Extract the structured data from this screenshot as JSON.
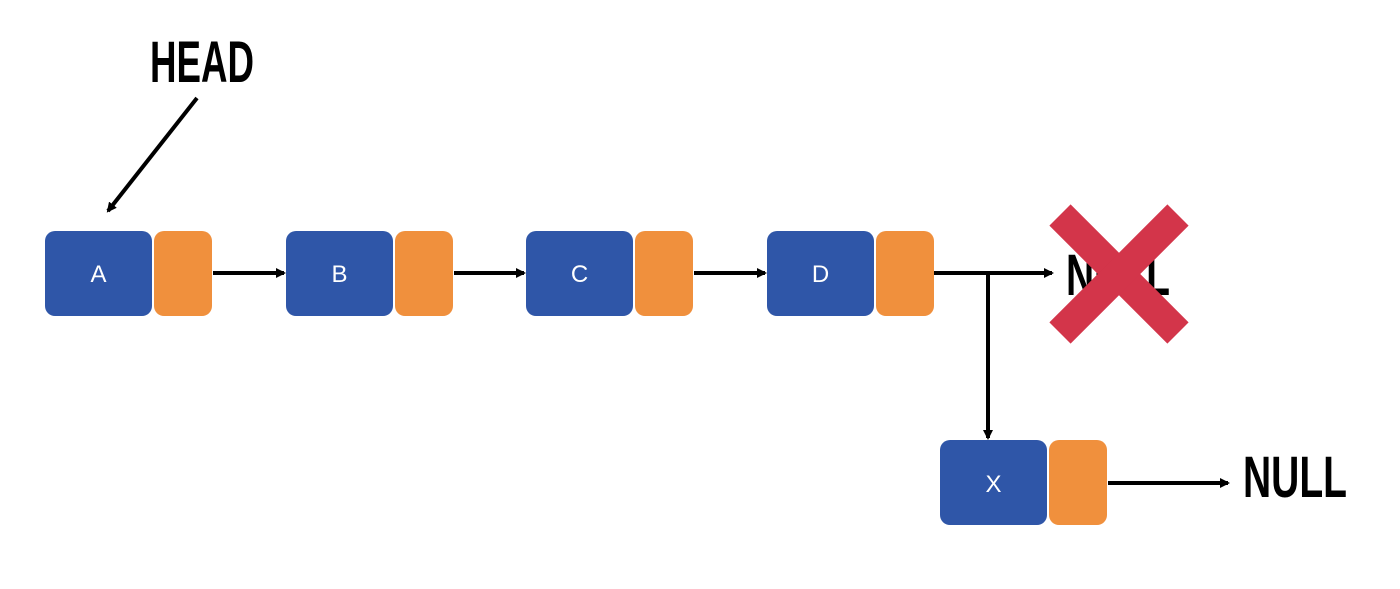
{
  "labels": {
    "head": "HEAD",
    "null_old": "NULL",
    "null_new": "NULL"
  },
  "nodes": [
    {
      "value": "A"
    },
    {
      "value": "B"
    },
    {
      "value": "C"
    },
    {
      "value": "D"
    },
    {
      "value": "X"
    }
  ],
  "colors": {
    "data_cell": "#2f56a8",
    "pointer_cell": "#f0903d",
    "cross": "#d3354a",
    "arrow": "#000000",
    "text": "#000000",
    "node_text": "#ffffff",
    "background": "#ffffff"
  }
}
